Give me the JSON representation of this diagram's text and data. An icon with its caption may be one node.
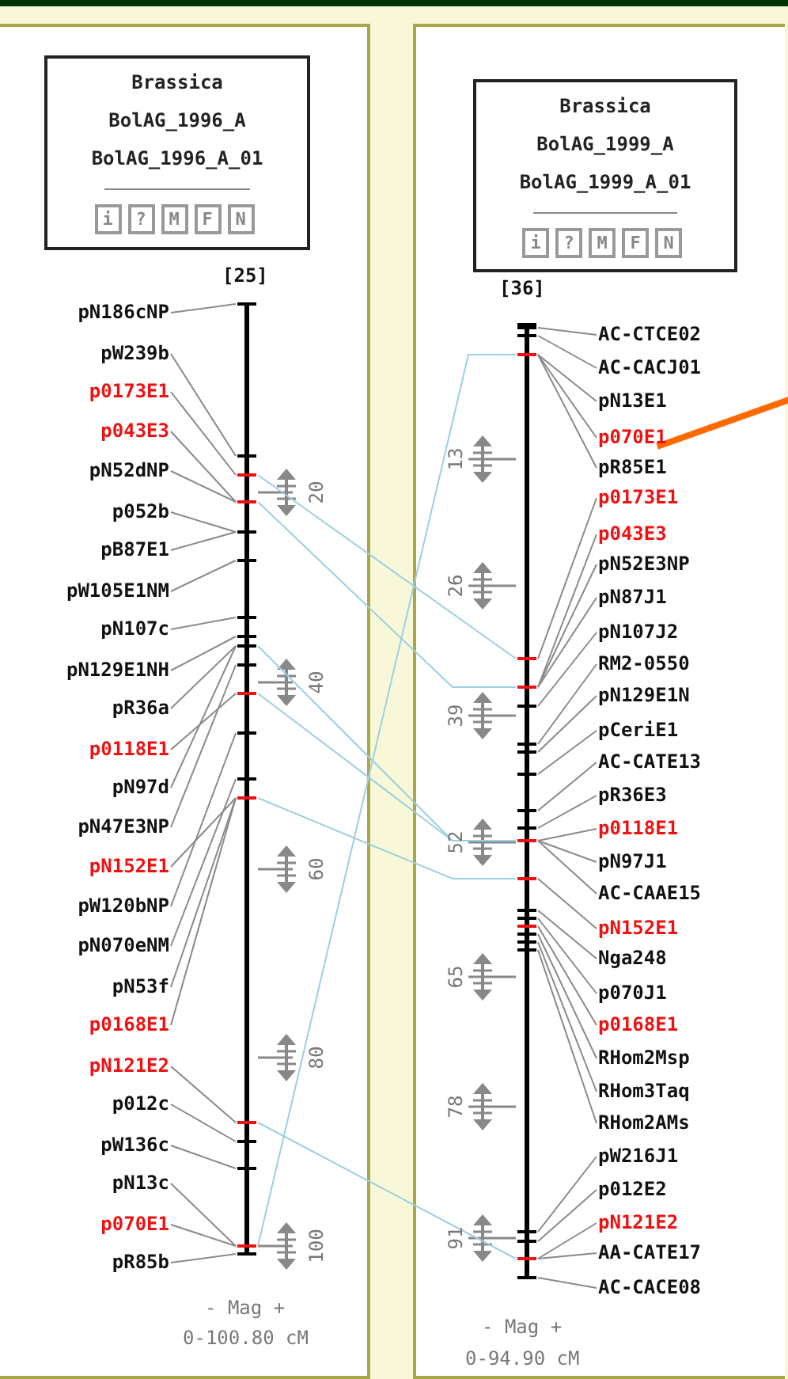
{
  "diagram": {
    "nodes": [
      {
        "text": [
          "Brassica",
          "BolAG_1996_A",
          "BolAG_1996_A_01",
          "i",
          "?",
          "M",
          "F",
          "N"
        ]
      },
      {
        "text": [],
        "shape": "bar"
      },
      {
        "text": [
          "pN186cNP"
        ]
      },
      {
        "text": [
          "pW239b"
        ]
      },
      {
        "text": [
          "p0173E1"
        ]
      },
      {
        "text": [
          "p043E3"
        ]
      },
      {
        "text": [
          "pN52dNP"
        ]
      },
      {
        "text": [
          "p052b"
        ]
      },
      {
        "text": [
          "pB87E1"
        ]
      },
      {
        "text": [
          "pW105E1NM"
        ]
      },
      {
        "text": [
          "pN107c"
        ]
      },
      {
        "text": [
          "pN129E1NH"
        ]
      },
      {
        "text": [
          "pR36a"
        ]
      },
      {
        "text": [
          "p0118E1"
        ]
      },
      {
        "text": [
          "pN97d"
        ]
      },
      {
        "text": [
          "pN47E3NP"
        ]
      },
      {
        "text": [
          "pN152E1"
        ]
      },
      {
        "text": [
          "pW120bNP"
        ]
      },
      {
        "text": [
          "pN070eNM"
        ]
      },
      {
        "text": [
          "pN53f"
        ]
      },
      {
        "text": [
          "p0168E1"
        ]
      },
      {
        "text": [
          "pN121E2"
        ]
      },
      {
        "text": [
          "p012c"
        ]
      },
      {
        "text": [
          "pW136c"
        ]
      },
      {
        "text": [
          "pN13c"
        ]
      },
      {
        "text": [
          "p070E1"
        ]
      },
      {
        "text": [
          "pR85b"
        ]
      },
      {
        "text": [
          "Brassica",
          "BolAG_1999_A",
          "BolAG_1999_A_01",
          "i",
          "?",
          "M",
          "F",
          "N"
        ]
      },
      {
        "text": [],
        "shape": "bar"
      },
      {
        "text": [
          "AC-CTCE02"
        ]
      },
      {
        "text": [
          "AC-CACJ01"
        ]
      },
      {
        "text": [
          "pN13E1"
        ]
      },
      {
        "text": [
          "p070E1"
        ]
      },
      {
        "text": [
          "pR85E1"
        ]
      },
      {
        "text": [
          "p0173E1"
        ]
      },
      {
        "text": [
          "p043E3"
        ]
      },
      {
        "text": [
          "pN52E3NP"
        ]
      },
      {
        "text": [
          "pN87J1"
        ]
      },
      {
        "text": [
          "pN107J2"
        ]
      },
      {
        "text": [
          "RM2-0550"
        ]
      },
      {
        "text": [
          "pN129E1N"
        ]
      },
      {
        "text": [
          "pCeriE1"
        ]
      },
      {
        "text": [
          "AC-CATE13"
        ]
      },
      {
        "text": [
          "pR36E3"
        ]
      },
      {
        "text": [
          "p0118E1"
        ]
      },
      {
        "text": [
          "pN97J1"
        ]
      },
      {
        "text": [
          "AC-CAAE15"
        ]
      },
      {
        "text": [
          "pN152E1"
        ]
      },
      {
        "text": [
          "Nga248"
        ]
      },
      {
        "text": [
          "p070J1"
        ]
      },
      {
        "text": [
          "p0168E1"
        ]
      },
      {
        "text": [
          "RHom2Msp"
        ]
      },
      {
        "text": [
          "RHom3Taq"
        ]
      },
      {
        "text": [
          "RHom2AMs"
        ]
      },
      {
        "text": [
          "pW216J1"
        ]
      },
      {
        "text": [
          "p012E2"
        ]
      },
      {
        "text": [
          "pN121E2"
        ]
      },
      {
        "text": [
          "AA-CATE17"
        ]
      },
      {
        "text": [
          "AC-CACE08"
        ]
      }
    ],
    "edges": [
      {
        "from": 2,
        "to": 1,
        "arrow": "none"
      },
      {
        "from": 3,
        "to": 1,
        "arrow": "none"
      },
      {
        "from": 4,
        "to": 1,
        "arrow": "none"
      },
      {
        "from": 5,
        "to": 1,
        "arrow": "none"
      },
      {
        "from": 6,
        "to": 1,
        "arrow": "none"
      },
      {
        "from": 7,
        "to": 1,
        "arrow": "none"
      },
      {
        "from": 8,
        "to": 1,
        "arrow": "none"
      },
      {
        "from": 9,
        "to": 1,
        "arrow": "none"
      },
      {
        "from": 10,
        "to": 1,
        "arrow": "none"
      },
      {
        "from": 11,
        "to": 1,
        "arrow": "none"
      },
      {
        "from": 12,
        "to": 1,
        "arrow": "none"
      },
      {
        "from": 13,
        "to": 1,
        "arrow": "none"
      },
      {
        "from": 14,
        "to": 1,
        "arrow": "none"
      },
      {
        "from": 15,
        "to": 1,
        "arrow": "none"
      },
      {
        "from": 16,
        "to": 1,
        "arrow": "none"
      },
      {
        "from": 17,
        "to": 1,
        "arrow": "none"
      },
      {
        "from": 18,
        "to": 1,
        "arrow": "none"
      },
      {
        "from": 19,
        "to": 1,
        "arrow": "none"
      },
      {
        "from": 20,
        "to": 1,
        "arrow": "none"
      },
      {
        "from": 21,
        "to": 1,
        "arrow": "none"
      },
      {
        "from": 22,
        "to": 1,
        "arrow": "none"
      },
      {
        "from": 23,
        "to": 1,
        "arrow": "none"
      },
      {
        "from": 24,
        "to": 1,
        "arrow": "none"
      },
      {
        "from": 25,
        "to": 1,
        "arrow": "none"
      },
      {
        "from": 26,
        "to": 1,
        "arrow": "none"
      },
      {
        "from": 29,
        "to": 28,
        "arrow": "none"
      },
      {
        "from": 30,
        "to": 28,
        "arrow": "none"
      },
      {
        "from": 31,
        "to": 28,
        "arrow": "none"
      },
      {
        "from": 32,
        "to": 28,
        "arrow": "none"
      },
      {
        "from": 33,
        "to": 28,
        "arrow": "none"
      },
      {
        "from": 34,
        "to": 28,
        "arrow": "none"
      },
      {
        "from": 35,
        "to": 28,
        "arrow": "none"
      },
      {
        "from": 36,
        "to": 28,
        "arrow": "none"
      },
      {
        "from": 37,
        "to": 28,
        "arrow": "none"
      },
      {
        "from": 38,
        "to": 28,
        "arrow": "none"
      },
      {
        "from": 39,
        "to": 28,
        "arrow": "none"
      },
      {
        "from": 40,
        "to": 28,
        "arrow": "none"
      },
      {
        "from": 41,
        "to": 28,
        "arrow": "none"
      },
      {
        "from": 42,
        "to": 28,
        "arrow": "none"
      },
      {
        "from": 43,
        "to": 28,
        "arrow": "none"
      },
      {
        "from": 44,
        "to": 28,
        "arrow": "none"
      },
      {
        "from": 45,
        "to": 28,
        "arrow": "none"
      },
      {
        "from": 46,
        "to": 28,
        "arrow": "none"
      },
      {
        "from": 47,
        "to": 28,
        "arrow": "none"
      },
      {
        "from": 48,
        "to": 28,
        "arrow": "none"
      },
      {
        "from": 49,
        "to": 28,
        "arrow": "none"
      },
      {
        "from": 50,
        "to": 28,
        "arrow": "none"
      },
      {
        "from": 51,
        "to": 28,
        "arrow": "none"
      },
      {
        "from": 52,
        "to": 28,
        "arrow": "none"
      },
      {
        "from": 53,
        "to": 28,
        "arrow": "none"
      },
      {
        "from": 54,
        "to": 28,
        "arrow": "none"
      },
      {
        "from": 55,
        "to": 28,
        "arrow": "none"
      },
      {
        "from": 56,
        "to": 28,
        "arrow": "none"
      },
      {
        "from": 57,
        "to": 28,
        "arrow": "none"
      },
      {
        "from": 58,
        "to": 28,
        "arrow": "none"
      },
      {
        "from": 1,
        "to": 28,
        "arrow": "none",
        "color": "#9cd0e0"
      },
      {
        "from": 1,
        "to": 28,
        "arrow": "none",
        "color": "#9cd0e0"
      },
      {
        "from": 1,
        "to": 28,
        "arrow": "none",
        "color": "#9cd0e0"
      },
      {
        "from": 1,
        "to": 28,
        "arrow": "none",
        "color": "#9cd0e0"
      },
      {
        "from": 1,
        "to": 28,
        "arrow": "none",
        "color": "#9cd0e0"
      },
      {
        "from": 1,
        "to": 28,
        "arrow": "none",
        "color": "#9cd0e0"
      },
      {
        "from": 1,
        "to": 28,
        "arrow": "none",
        "color": "#9cd0e0"
      },
      {
        "from": null,
        "to": 32,
        "arrow": "none",
        "style": "thick",
        "color": "#ff6a00"
      }
    ],
    "labels": [
      "[25]",
      "20",
      "40",
      "60",
      "80",
      "100",
      "- Mag +",
      "0-100.80 cM",
      "[36]",
      "13",
      "26",
      "39",
      "52",
      "65",
      "78",
      "91",
      "- Mag +",
      "0-94.90 cM"
    ]
  }
}
